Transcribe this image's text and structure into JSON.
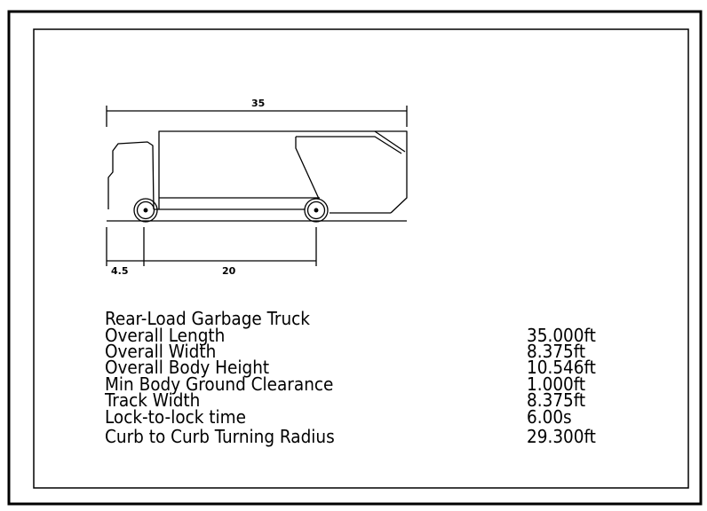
{
  "colors": {
    "background": "#ffffff",
    "line": "#000000"
  },
  "dimensions": {
    "overall_length": "35",
    "front_overhang": "4.5",
    "wheelbase": "20"
  },
  "vehicle": {
    "title": "Rear-Load Garbage Truck"
  },
  "specs": [
    {
      "label": "Overall Length",
      "value": "35.000ft"
    },
    {
      "label": "Overall Width",
      "value": "8.375ft"
    },
    {
      "label": "Overall Body Height",
      "value": "10.546ft"
    },
    {
      "label": "Min Body Ground Clearance",
      "value": "1.000ft"
    },
    {
      "label": "Track Width",
      "value": "8.375ft"
    },
    {
      "label": "Lock-to-lock time",
      "value": "6.00s"
    },
    {
      "label": "Curb to Curb Turning Radius",
      "value": "29.300ft"
    }
  ]
}
